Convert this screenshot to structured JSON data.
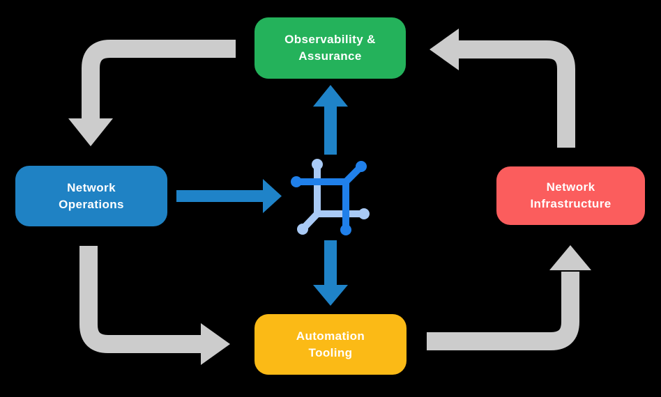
{
  "diagram": {
    "background_color": "#000000",
    "nodes": [
      {
        "id": "observability-assurance",
        "label": "Observability &\nAssurance",
        "color": "#24b25b",
        "text_color": "#ffffff",
        "position": "top"
      },
      {
        "id": "network-operations",
        "label": "Network\nOperations",
        "color": "#1f82c4",
        "text_color": "#ffffff",
        "position": "left"
      },
      {
        "id": "network-infrastructure",
        "label": "Network\nInfrastructure",
        "color": "#fb5d5d",
        "text_color": "#ffffff",
        "position": "right"
      },
      {
        "id": "automation-tooling",
        "label": "Automation\nTooling",
        "color": "#fbba16",
        "text_color": "#ffffff",
        "position": "bottom"
      }
    ],
    "center_icon": {
      "name": "network-automation-icon",
      "dark_color": "#2080ea",
      "light_color": "#a9caf5"
    },
    "cycle_arrows": {
      "color": "#cccccc",
      "items": [
        {
          "from": "observability-assurance",
          "to": "network-operations"
        },
        {
          "from": "network-operations",
          "to": "automation-tooling"
        },
        {
          "from": "automation-tooling",
          "to": "network-infrastructure"
        },
        {
          "from": "network-infrastructure",
          "to": "observability-assurance"
        }
      ]
    },
    "center_arrows": {
      "color": "#1f83c8",
      "items": [
        {
          "from": "network-operations",
          "to": "center-icon"
        },
        {
          "from": "center-icon",
          "to": "observability-assurance"
        },
        {
          "from": "center-icon",
          "to": "automation-tooling"
        }
      ]
    }
  }
}
